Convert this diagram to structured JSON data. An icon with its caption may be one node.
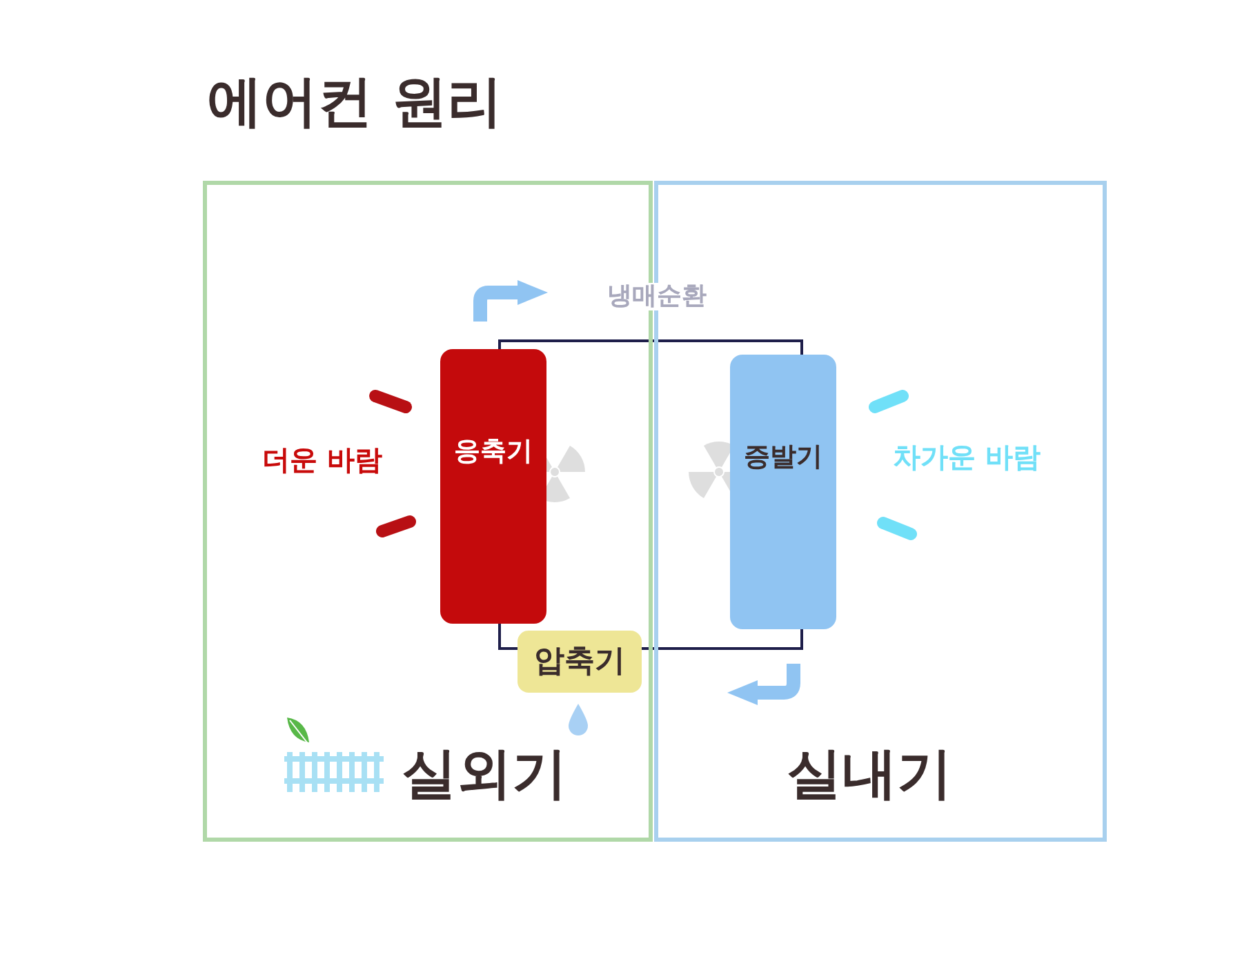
{
  "diagram": {
    "title": "에어컨 원리",
    "nodes": [
      {
        "text": [
          "실외기"
        ]
      },
      {
        "text": [
          "실내기"
        ]
      },
      {
        "text": [
          "응축기"
        ],
        "in": 0
      },
      {
        "text": [
          "증발기"
        ],
        "in": 1
      },
      {
        "text": [
          "압축기"
        ],
        "in": 0
      }
    ],
    "edges": [
      {
        "from": 2,
        "to": 3,
        "arrow": "none"
      },
      {
        "from": 3,
        "to": 4,
        "arrow": "none"
      },
      {
        "from": 4,
        "to": 2,
        "arrow": "none"
      }
    ],
    "labels": [
      "냉매순환",
      "더운 바람",
      "차가운 바람"
    ]
  }
}
